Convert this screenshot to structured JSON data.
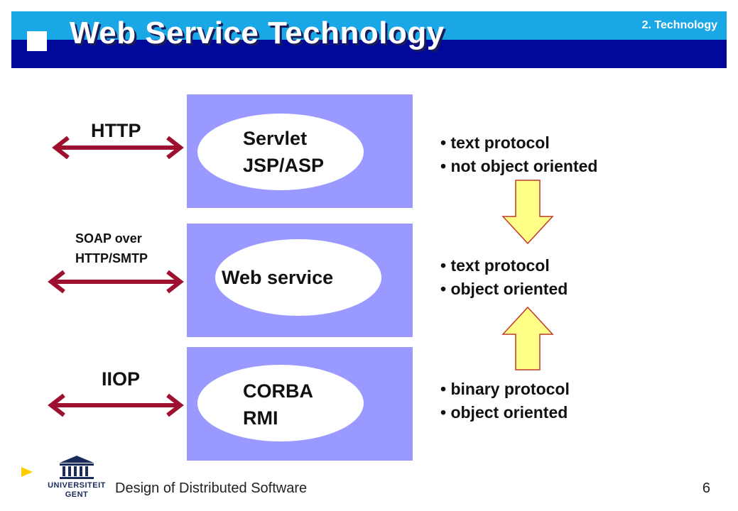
{
  "header": {
    "title": "Web Service Technology",
    "section": "2. Technology"
  },
  "layers": [
    {
      "line1": "Servlet",
      "line2": "JSP/ASP"
    },
    {
      "line1": "Web service"
    },
    {
      "line1": "CORBA",
      "line2": "RMI"
    }
  ],
  "protocols": {
    "http": "HTTP",
    "soap_line1": "SOAP over",
    "soap_line2": "HTTP/SMTP",
    "iiop": "IIOP"
  },
  "bullets": [
    [
      "text protocol",
      "not object oriented"
    ],
    [
      "text protocol",
      "object oriented"
    ],
    [
      "binary protocol",
      "object oriented"
    ]
  ],
  "footer": {
    "course": "Design of Distributed Software",
    "page": "6",
    "logo_line1": "UNIVERSITEIT",
    "logo_line2": "GENT"
  },
  "colors": {
    "header_cyan": "#19a7e6",
    "header_blue": "#02099a",
    "layer_box": "#9999ff",
    "arrow_red": "#9e1030",
    "down_up_arrow_fill": "#ffff88",
    "footer_triangle": "#ffcc00"
  },
  "icons": {
    "bullet_marker": "square-icon",
    "footer_marker": "triangle-right-icon",
    "logo": "university-building-icon"
  }
}
